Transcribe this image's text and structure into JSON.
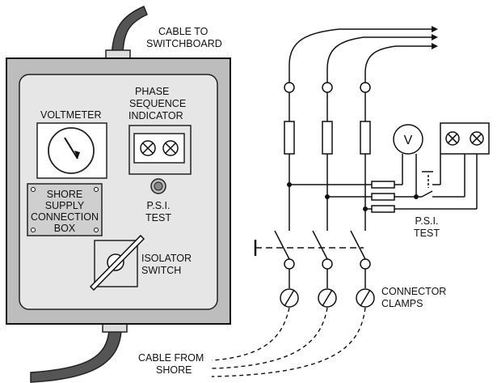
{
  "labels": {
    "cable_to_switchboard": [
      "CABLE TO",
      "SWITCHBOARD"
    ],
    "voltmeter": "VOLTMETER",
    "phase_sequence_indicator": [
      "PHASE",
      "SEQUENCE",
      "INDICATOR"
    ],
    "shore_supply_box": [
      "SHORE",
      "SUPPLY",
      "CONNECTION",
      "BOX"
    ],
    "psi_test_box": [
      "P.S.I.",
      "TEST"
    ],
    "isolator_switch": [
      "ISOLATOR",
      "SWITCH"
    ],
    "cable_from_shore": [
      "CABLE FROM",
      "SHORE"
    ],
    "voltmeter_symbol": "V",
    "psi_test_schematic": [
      "P.S.I.",
      "TEST"
    ],
    "connector_clamps": [
      "CONNECTOR",
      "CLAMPS"
    ]
  }
}
